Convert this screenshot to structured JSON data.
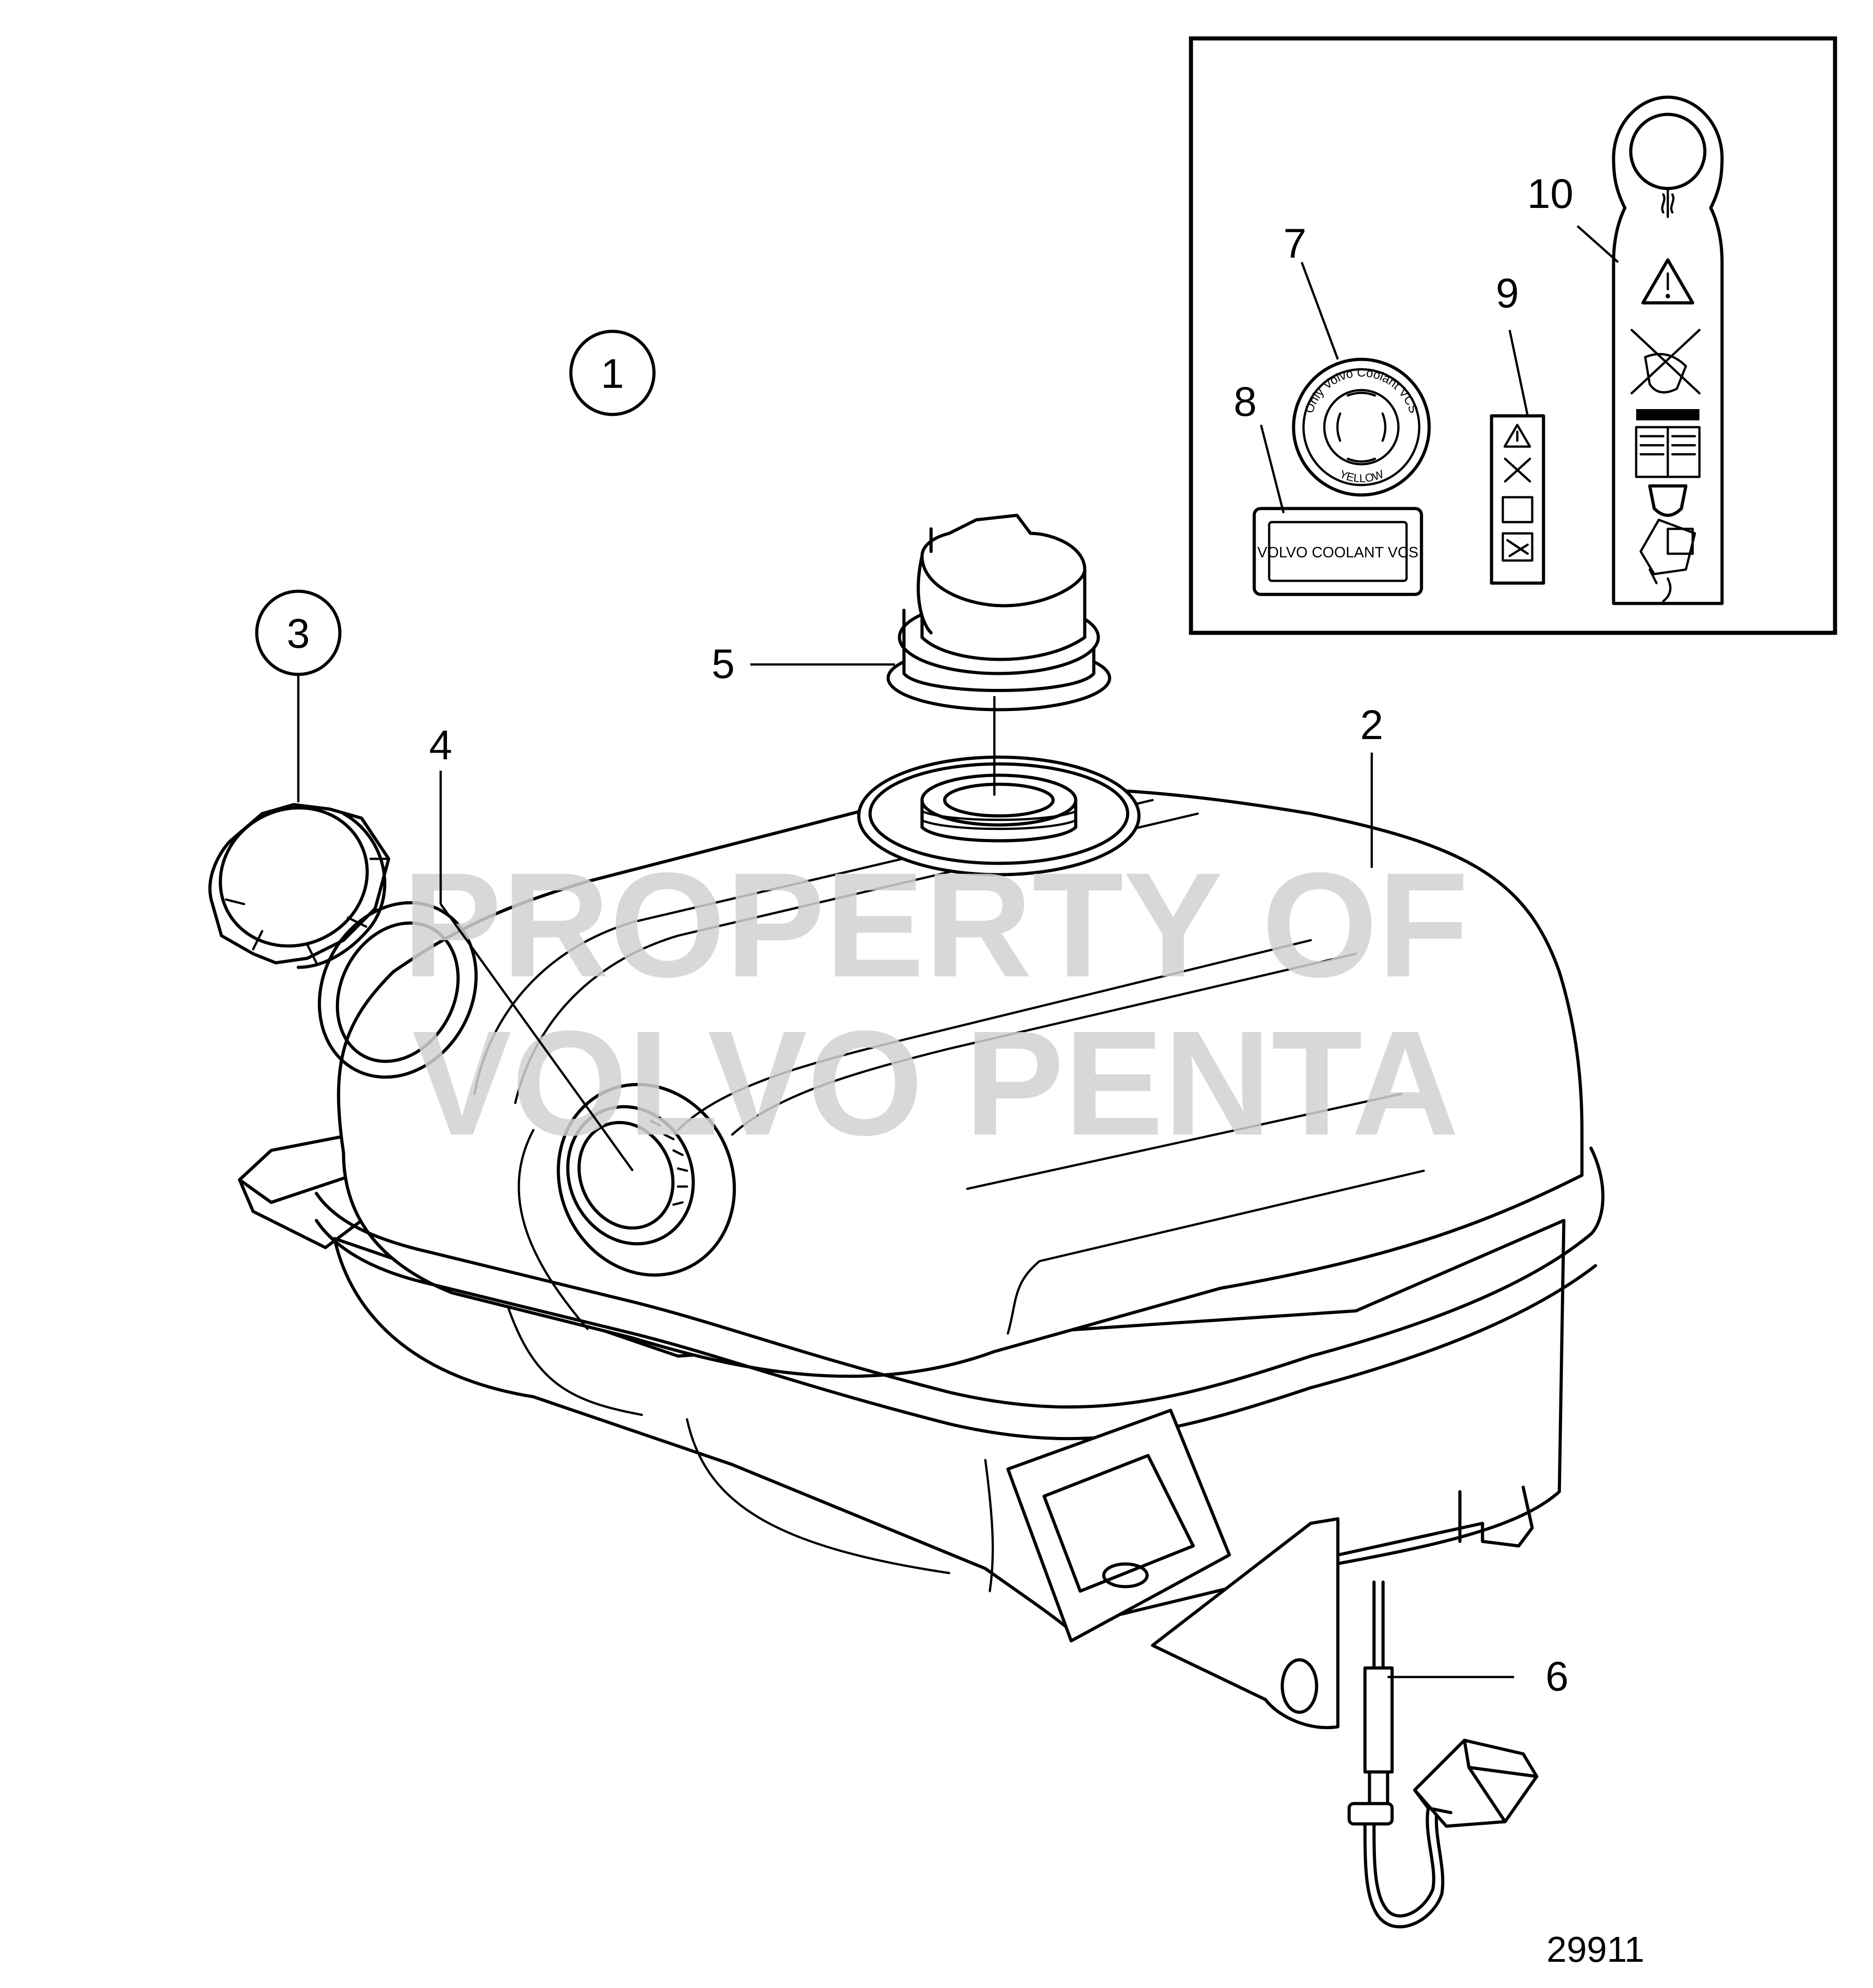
{
  "diagram": {
    "drawing_number": "29911",
    "watermark_lines": [
      "PROPERTY OF",
      "VOLVO PENTA"
    ],
    "callouts": [
      {
        "id": "1",
        "label": "1",
        "circled": true
      },
      {
        "id": "2",
        "label": "2",
        "circled": false
      },
      {
        "id": "3",
        "label": "3",
        "circled": true
      },
      {
        "id": "4",
        "label": "4",
        "circled": false
      },
      {
        "id": "5",
        "label": "5",
        "circled": false
      },
      {
        "id": "6",
        "label": "6",
        "circled": false
      },
      {
        "id": "7",
        "label": "7",
        "circled": false
      },
      {
        "id": "8",
        "label": "8",
        "circled": false
      },
      {
        "id": "9",
        "label": "9",
        "circled": false
      },
      {
        "id": "10",
        "label": "10",
        "circled": false
      }
    ],
    "decals": {
      "sticker_8_text": "VOLVO COOLANT VCS",
      "ring_7_text": "Only Volvo Coolant VCS",
      "ring_7_color_text": "YELLOW"
    }
  }
}
